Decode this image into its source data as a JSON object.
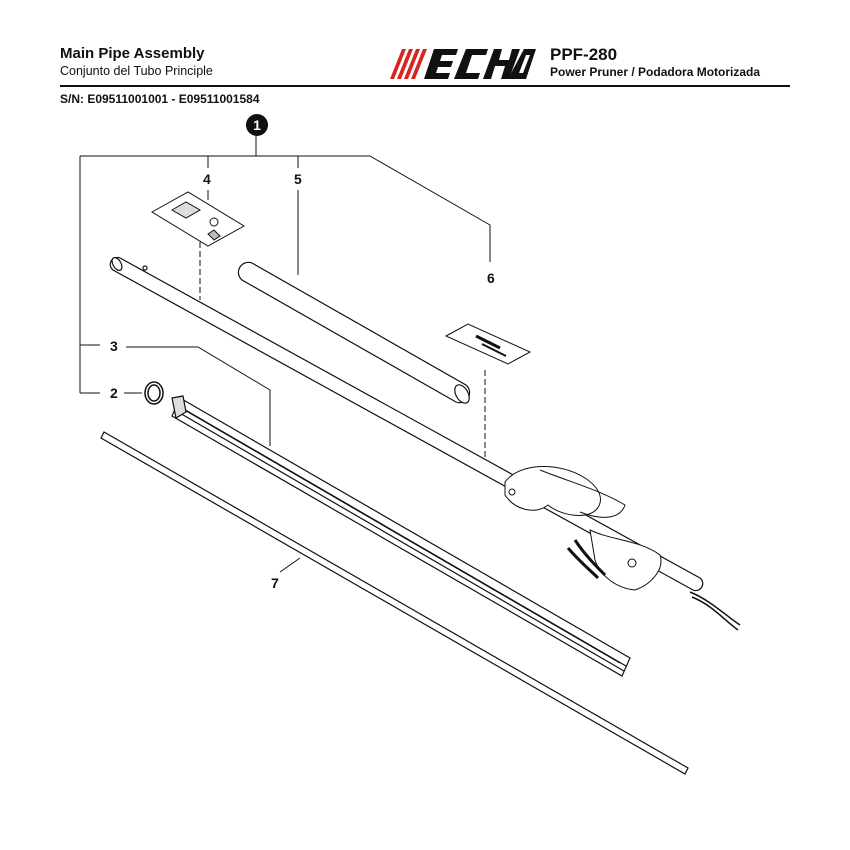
{
  "header": {
    "title": "Main Pipe Assembly",
    "subtitle": "Conjunto del Tubo Principle",
    "serial": "S/N: E09511001001 - E09511001584",
    "brand": "ECHO",
    "model": "PPF-280",
    "model_description": "Power Pruner / Podadora Motorizada"
  },
  "callouts": {
    "kit": "1",
    "ring": "2",
    "shaft_housing": "3",
    "warning_label": "4",
    "grip_tube": "5",
    "logo_label": "6",
    "drive_shaft": "7"
  },
  "colors": {
    "brand_red": "#d7261e",
    "line": "#111111"
  }
}
